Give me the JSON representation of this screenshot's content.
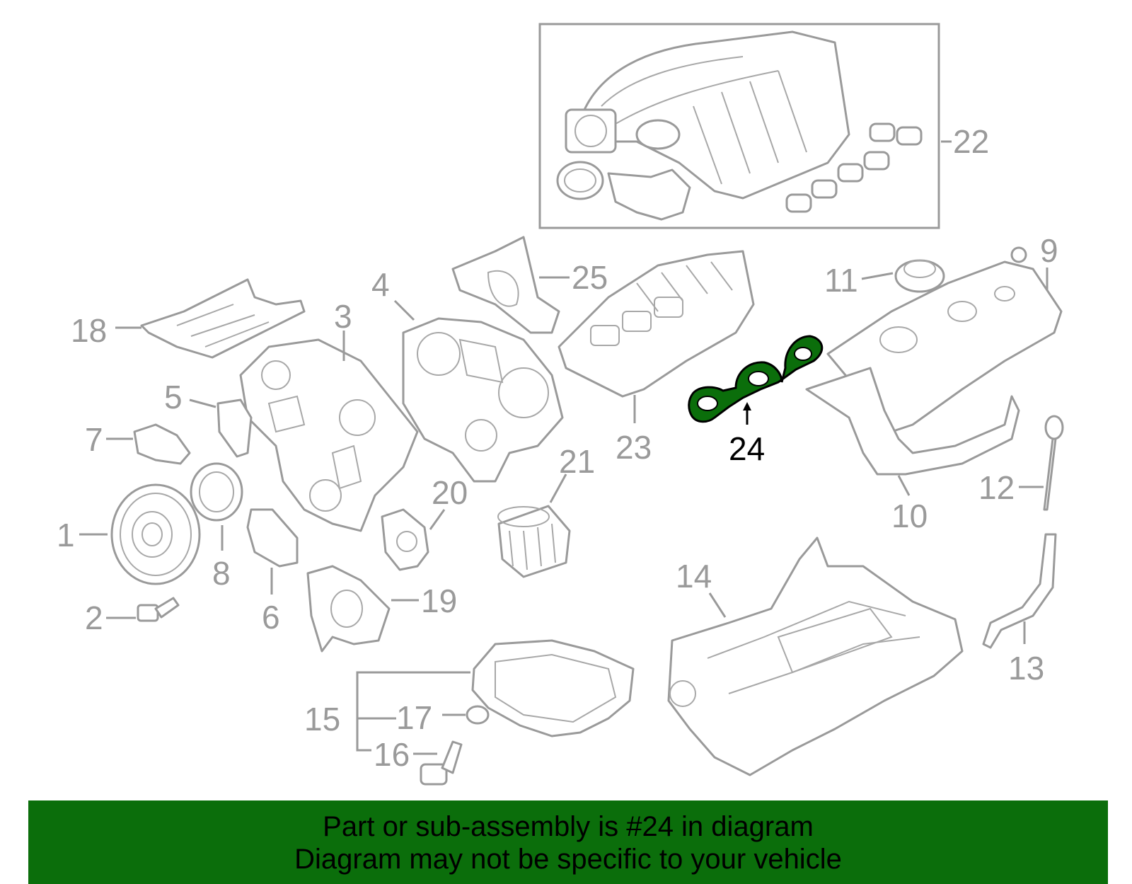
{
  "diagram": {
    "highlighted_part": "24",
    "callouts": {
      "c1": "1",
      "c2": "2",
      "c3": "3",
      "c4": "4",
      "c5": "5",
      "c6": "6",
      "c7": "7",
      "c8": "8",
      "c9": "9",
      "c10": "10",
      "c11": "11",
      "c12": "12",
      "c13": "13",
      "c14": "14",
      "c15": "15",
      "c16": "16",
      "c17": "17",
      "c18": "18",
      "c19": "19",
      "c20": "20",
      "c21": "21",
      "c22": "22",
      "c23": "23",
      "c24": "24",
      "c25": "25"
    },
    "colors": {
      "highlight": "#0b6e0b",
      "line": "#9a9a9a",
      "active_label": "#000000"
    }
  },
  "banner": {
    "line1": "Part or sub-assembly is #24 in diagram",
    "line2": "Diagram may not be specific to your vehicle",
    "background": "#0b6e0b"
  }
}
